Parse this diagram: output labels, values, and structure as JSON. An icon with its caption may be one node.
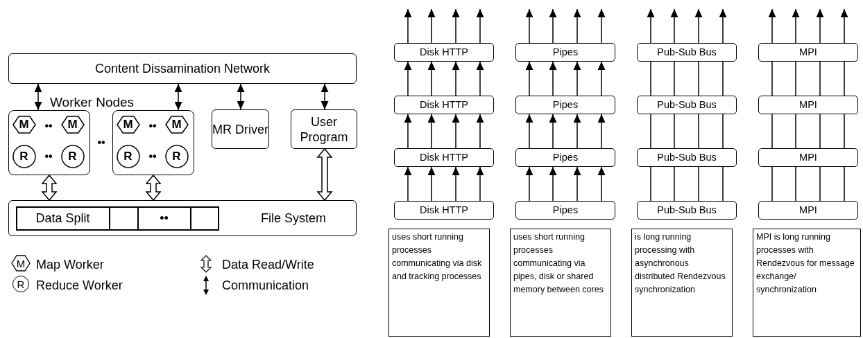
{
  "diagram": {
    "nodes": [
      {
        "text": [
          "Content Dissamination Network"
        ]
      },
      {
        "text": [],
        "shape": "box"
      },
      {
        "text": [
          "M"
        ],
        "in": 1
      },
      {
        "text": [
          "M"
        ],
        "in": 1
      },
      {
        "text": [
          "R"
        ],
        "in": 1
      },
      {
        "text": [
          "R"
        ],
        "in": 1
      },
      {
        "text": [],
        "shape": "box"
      },
      {
        "text": [
          "M"
        ],
        "in": 6
      },
      {
        "text": [
          "M"
        ],
        "in": 6
      },
      {
        "text": [
          "R"
        ],
        "in": 6
      },
      {
        "text": [
          "R"
        ],
        "in": 6
      },
      {
        "text": [
          "MR Driver"
        ]
      },
      {
        "text": [
          "User Program"
        ]
      },
      {
        "text": [
          "File System"
        ]
      },
      {
        "text": [
          "Data Split"
        ],
        "in": 13
      },
      {
        "text": [],
        "shape": "box",
        "in": 13
      },
      {
        "text": [
          "••"
        ],
        "in": 13
      },
      {
        "text": [],
        "shape": "box",
        "in": 13
      },
      {
        "text": [
          "Disk HTTP"
        ]
      },
      {
        "text": [
          "Disk HTTP"
        ]
      },
      {
        "text": [
          "Disk HTTP"
        ]
      },
      {
        "text": [
          "Disk HTTP"
        ]
      },
      {
        "text": [
          "uses short running processes communicating via disk and tracking processes"
        ]
      },
      {
        "text": [
          "Pipes"
        ]
      },
      {
        "text": [
          "Pipes"
        ]
      },
      {
        "text": [
          "Pipes"
        ]
      },
      {
        "text": [
          "Pipes"
        ]
      },
      {
        "text": [
          "uses short running processes communicating via pipes, disk or shared memory between cores"
        ]
      },
      {
        "text": [
          "Pub-Sub Bus"
        ]
      },
      {
        "text": [
          "Pub-Sub Bus"
        ]
      },
      {
        "text": [
          "Pub-Sub Bus"
        ]
      },
      {
        "text": [
          "Pub-Sub Bus"
        ]
      },
      {
        "text": [
          "is long running processing with asynchronous distributed Rendezvous synchronization"
        ]
      },
      {
        "text": [
          "MPI"
        ]
      },
      {
        "text": [
          "MPI"
        ]
      },
      {
        "text": [
          "MPI"
        ]
      },
      {
        "text": [
          "MPI"
        ]
      },
      {
        "text": [
          "MPI is long running processes with Rendezvous for message exchange/ synchronization"
        ]
      }
    ],
    "edges": [
      {
        "from": 0,
        "to": 1,
        "arrow": "both"
      },
      {
        "from": 0,
        "to": 6,
        "arrow": "both"
      },
      {
        "from": 0,
        "to": 11,
        "arrow": "both"
      },
      {
        "from": 0,
        "to": 12,
        "arrow": "both"
      },
      {
        "from": 1,
        "to": 13,
        "arrow": "both",
        "style": "thick"
      },
      {
        "from": 6,
        "to": 13,
        "arrow": "both",
        "style": "thick"
      },
      {
        "from": 12,
        "to": 13,
        "arrow": "both",
        "style": "thick"
      },
      {
        "from": 18,
        "to": null,
        "arrow": "to"
      },
      {
        "from": 18,
        "to": null,
        "arrow": "to"
      },
      {
        "from": 18,
        "to": null,
        "arrow": "to"
      },
      {
        "from": 18,
        "to": null,
        "arrow": "to"
      },
      {
        "from": 19,
        "to": 18,
        "arrow": "to"
      },
      {
        "from": 19,
        "to": 18,
        "arrow": "to"
      },
      {
        "from": 19,
        "to": 18,
        "arrow": "to"
      },
      {
        "from": 19,
        "to": 18,
        "arrow": "to"
      },
      {
        "from": 20,
        "to": 19,
        "arrow": "to"
      },
      {
        "from": 20,
        "to": 19,
        "arrow": "to"
      },
      {
        "from": 20,
        "to": 19,
        "arrow": "to"
      },
      {
        "from": 20,
        "to": 19,
        "arrow": "to"
      },
      {
        "from": 21,
        "to": 20,
        "arrow": "to"
      },
      {
        "from": 21,
        "to": 20,
        "arrow": "to"
      },
      {
        "from": 21,
        "to": 20,
        "arrow": "to"
      },
      {
        "from": 21,
        "to": 20,
        "arrow": "to"
      },
      {
        "from": 23,
        "to": null,
        "arrow": "to"
      },
      {
        "from": 23,
        "to": null,
        "arrow": "to"
      },
      {
        "from": 23,
        "to": null,
        "arrow": "to"
      },
      {
        "from": 23,
        "to": null,
        "arrow": "to"
      },
      {
        "from": 24,
        "to": 23,
        "arrow": "to"
      },
      {
        "from": 24,
        "to": 23,
        "arrow": "to"
      },
      {
        "from": 24,
        "to": 23,
        "arrow": "to"
      },
      {
        "from": 24,
        "to": 23,
        "arrow": "to"
      },
      {
        "from": 25,
        "to": 24,
        "arrow": "to"
      },
      {
        "from": 25,
        "to": 24,
        "arrow": "to"
      },
      {
        "from": 25,
        "to": 24,
        "arrow": "to"
      },
      {
        "from": 25,
        "to": 24,
        "arrow": "to"
      },
      {
        "from": 26,
        "to": 25,
        "arrow": "to"
      },
      {
        "from": 26,
        "to": 25,
        "arrow": "to"
      },
      {
        "from": 26,
        "to": 25,
        "arrow": "to"
      },
      {
        "from": 26,
        "to": 25,
        "arrow": "to"
      },
      {
        "from": 28,
        "to": null,
        "arrow": "to"
      },
      {
        "from": 28,
        "to": null,
        "arrow": "to"
      },
      {
        "from": 28,
        "to": null,
        "arrow": "to"
      },
      {
        "from": 28,
        "to": null,
        "arrow": "to"
      },
      {
        "from": 29,
        "to": 28,
        "arrow": "none"
      },
      {
        "from": 29,
        "to": 28,
        "arrow": "none"
      },
      {
        "from": 29,
        "to": 28,
        "arrow": "none"
      },
      {
        "from": 29,
        "to": 28,
        "arrow": "none"
      },
      {
        "from": 30,
        "to": 29,
        "arrow": "none"
      },
      {
        "from": 30,
        "to": 29,
        "arrow": "none"
      },
      {
        "from": 30,
        "to": 29,
        "arrow": "none"
      },
      {
        "from": 30,
        "to": 29,
        "arrow": "none"
      },
      {
        "from": 31,
        "to": 30,
        "arrow": "none"
      },
      {
        "from": 31,
        "to": 30,
        "arrow": "none"
      },
      {
        "from": 31,
        "to": 30,
        "arrow": "none"
      },
      {
        "from": 31,
        "to": 30,
        "arrow": "none"
      },
      {
        "from": 33,
        "to": null,
        "arrow": "to"
      },
      {
        "from": 33,
        "to": null,
        "arrow": "to"
      },
      {
        "from": 33,
        "to": null,
        "arrow": "to"
      },
      {
        "from": 33,
        "to": null,
        "arrow": "to"
      },
      {
        "from": 34,
        "to": 33,
        "arrow": "none"
      },
      {
        "from": 34,
        "to": 33,
        "arrow": "none"
      },
      {
        "from": 34,
        "to": 33,
        "arrow": "none"
      },
      {
        "from": 34,
        "to": 33,
        "arrow": "none"
      },
      {
        "from": 35,
        "to": 34,
        "arrow": "none"
      },
      {
        "from": 35,
        "to": 34,
        "arrow": "none"
      },
      {
        "from": 35,
        "to": 34,
        "arrow": "none"
      },
      {
        "from": 35,
        "to": 34,
        "arrow": "none"
      },
      {
        "from": 36,
        "to": 35,
        "arrow": "none"
      },
      {
        "from": 36,
        "to": 35,
        "arrow": "none"
      },
      {
        "from": 36,
        "to": 35,
        "arrow": "none"
      },
      {
        "from": 36,
        "to": 35,
        "arrow": "none"
      }
    ],
    "labels": [
      "Worker Nodes",
      "••",
      "••",
      "••",
      "••",
      "••",
      "M",
      "R"
    ],
    "legend": [
      {
        "text": "Map Worker"
      },
      {
        "text": "Reduce Worker"
      },
      {
        "text": "Data Read/Write"
      },
      {
        "text": "Communication"
      }
    ]
  }
}
